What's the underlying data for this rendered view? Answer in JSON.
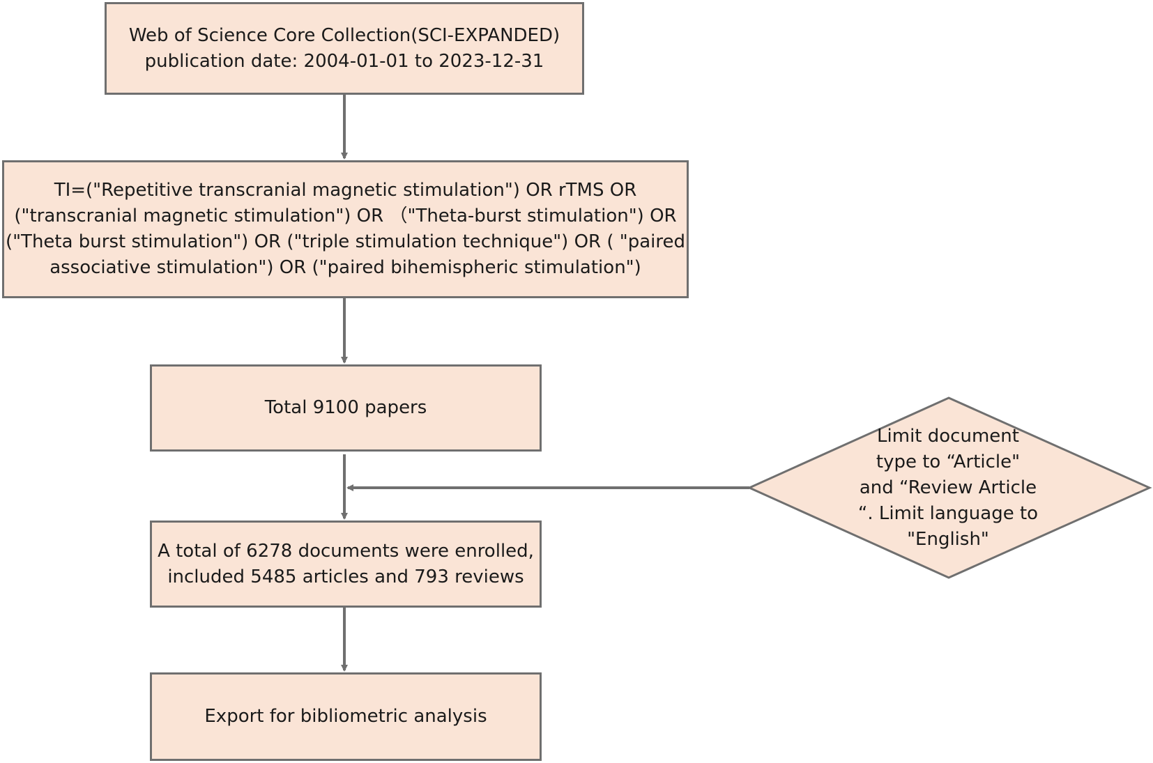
{
  "boxes": {
    "source": {
      "lines": [
        "Web of Science Core Collection(SCI-EXPANDED)",
        "publication date: 2004-01-01 to 2023-12-31"
      ]
    },
    "query": {
      "lines": [
        "TI=(\"Repetitive transcranial magnetic stimulation\") OR rTMS OR",
        "(\"transcranial magnetic stimulation\") OR （\"Theta-burst stimulation\") OR",
        "(\"Theta burst stimulation\") OR (\"triple stimulation technique\") OR ( \"paired",
        "associative stimulation\") OR (\"paired bihemispheric stimulation\")"
      ]
    },
    "total": {
      "lines": [
        "Total 9100 papers"
      ]
    },
    "enrolled": {
      "lines": [
        "A total of 6278 documents were enrolled,",
        "included 5485 articles and 793 reviews"
      ]
    },
    "export": {
      "lines": [
        "Export for bibliometric analysis"
      ]
    }
  },
  "filter": {
    "lines": [
      "Limit document",
      "type to “Article\"",
      "and “Review Article",
      "“. Limit language to",
      "\"English\""
    ]
  },
  "colors": {
    "box_fill": "#fae4d6",
    "box_border": "#6f6f6f",
    "arrow": "#6f6f6f"
  }
}
